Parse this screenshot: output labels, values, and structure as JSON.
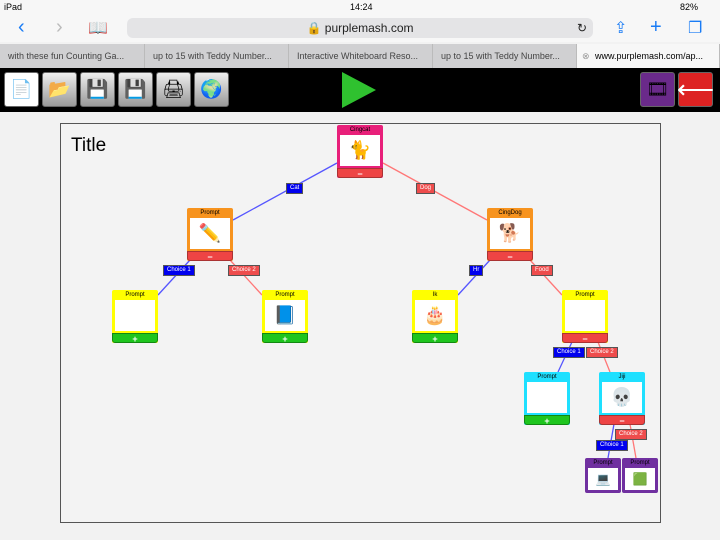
{
  "status": {
    "device": "iPad",
    "time": "14:24",
    "battery": "82%"
  },
  "browser": {
    "url": "purplemash.com",
    "tabs": [
      "with these fun Counting Ga...",
      "up to 15 with Teddy Number...",
      "Interactive Whiteboard Reso...",
      "up to 15 with Teddy Number...",
      "www.purplemash.com/ap..."
    ]
  },
  "toolbar": {
    "tools": [
      "new-icon",
      "open-folder-icon",
      "save-icon",
      "save-as-icon",
      "print-icon",
      "share-globe-icon"
    ],
    "play": "play-icon",
    "right": [
      "presentation-icon",
      "exit-icon"
    ]
  },
  "canvas": {
    "title": "Title"
  },
  "nodes": {
    "root": "Cingcat",
    "n1": "Prompt",
    "n2": "CingDog",
    "n11": "Prompt",
    "n12": "Prompt",
    "n21": "Ik",
    "n22": "Prompt",
    "n221": "Prompt",
    "n222": "Jiji",
    "n2221": "Prompt",
    "n2222": "Prompt"
  },
  "edges": {
    "cat": "Cat",
    "dog": "Dog",
    "c1a": "Choice 1",
    "c2a": "Choice 2",
    "hr": "Hr",
    "food": "Food",
    "c1b": "Choice 1",
    "c2b": "Choice 2",
    "c1c": "Choice 1",
    "c2c": "Choice 2"
  },
  "colors": {
    "pink": "#e8207a",
    "orange": "#f7931e",
    "yellow": "#ffff00",
    "cyan": "#1ee0ff",
    "purple": "#7030a0"
  }
}
